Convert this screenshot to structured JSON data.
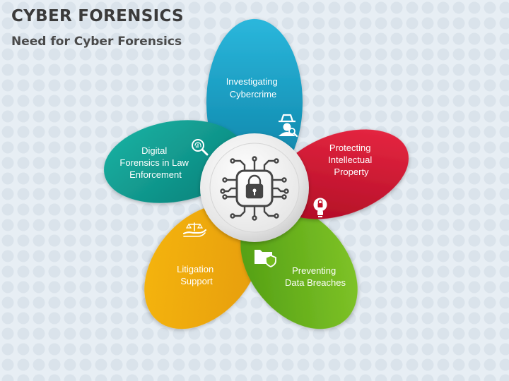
{
  "header": {
    "title": "CYBER FORENSICS",
    "subtitle": "Need for Cyber Forensics"
  },
  "diagram": {
    "center_icon": "circuit-lock-icon",
    "petals": [
      {
        "id": "investigating",
        "lines": [
          "Investigating",
          "Cybercrime"
        ],
        "color": "#1aa0c4",
        "icon": "detective-search-icon"
      },
      {
        "id": "protecting",
        "lines": [
          "Protecting",
          "Intellectual",
          "Property"
        ],
        "color": "#d8102e",
        "icon": "lightbulb-icon"
      },
      {
        "id": "preventing",
        "lines": [
          "Preventing",
          "Data Breaches"
        ],
        "color": "#72bb1d",
        "icon": "folder-shield-icon"
      },
      {
        "id": "litigation",
        "lines": [
          "Litigation",
          "Support"
        ],
        "color": "#f2ae12",
        "icon": "scales-hand-icon"
      },
      {
        "id": "digital",
        "lines": [
          "Digital",
          "Forensics in Law",
          "Enforcement"
        ],
        "color": "#0fa396",
        "icon": "fingerprint-search-icon"
      }
    ]
  }
}
